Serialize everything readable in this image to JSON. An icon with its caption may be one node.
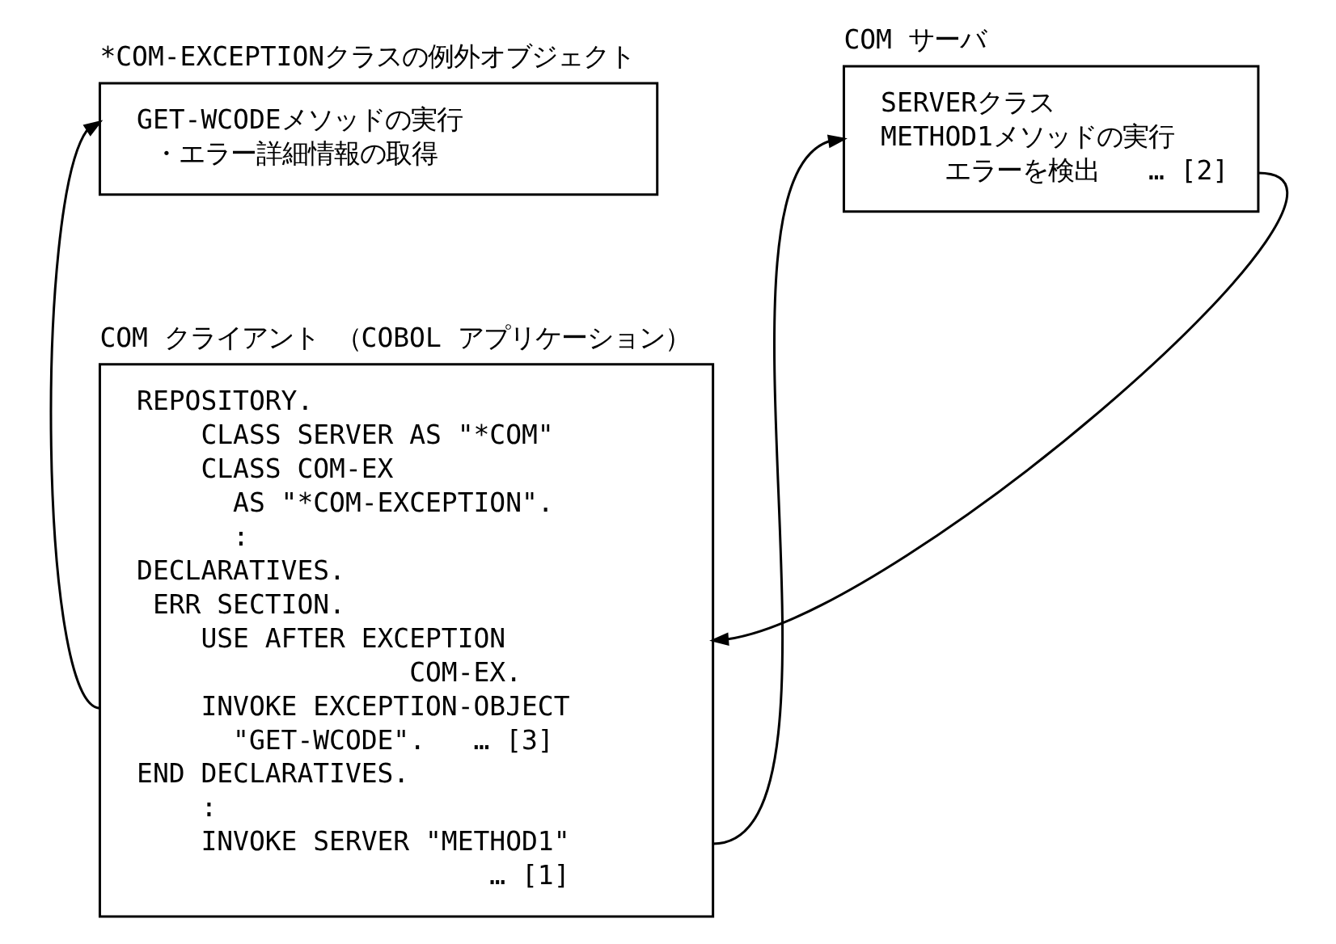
{
  "diagram": {
    "nodes": [
      {
        "text": [
          "*COM-EXCEPTIONクラスの例外オブジェクト",
          "GET-WCODEメソッドの実行",
          "・エラー詳細情報の取得"
        ]
      },
      {
        "text": [
          "COM クライアント （COBOL アプリケーション）",
          "REPOSITORY.",
          "CLASS SERVER AS \"*COM\"",
          "CLASS COM-EX",
          "AS \"*COM-EXCEPTION\".",
          ":",
          "DECLARATIVES.",
          "ERR SECTION.",
          "USE AFTER EXCEPTION",
          "COM-EX.",
          "INVOKE EXCEPTION-OBJECT",
          "\"GET-WCODE\".   … [3]",
          "END DECLARATIVES.",
          ":",
          "INVOKE SERVER \"METHOD1\"",
          "… [1]"
        ]
      },
      {
        "text": [
          "COM サーバ",
          "SERVERクラス",
          "METHOD1メソッドの実行",
          "エラーを検出   … [2]"
        ]
      }
    ],
    "edges": [
      {
        "from": 1,
        "to": 2,
        "arrow": "to"
      },
      {
        "from": 2,
        "to": 1,
        "arrow": "to"
      },
      {
        "from": 1,
        "to": 0,
        "arrow": "to"
      }
    ]
  }
}
